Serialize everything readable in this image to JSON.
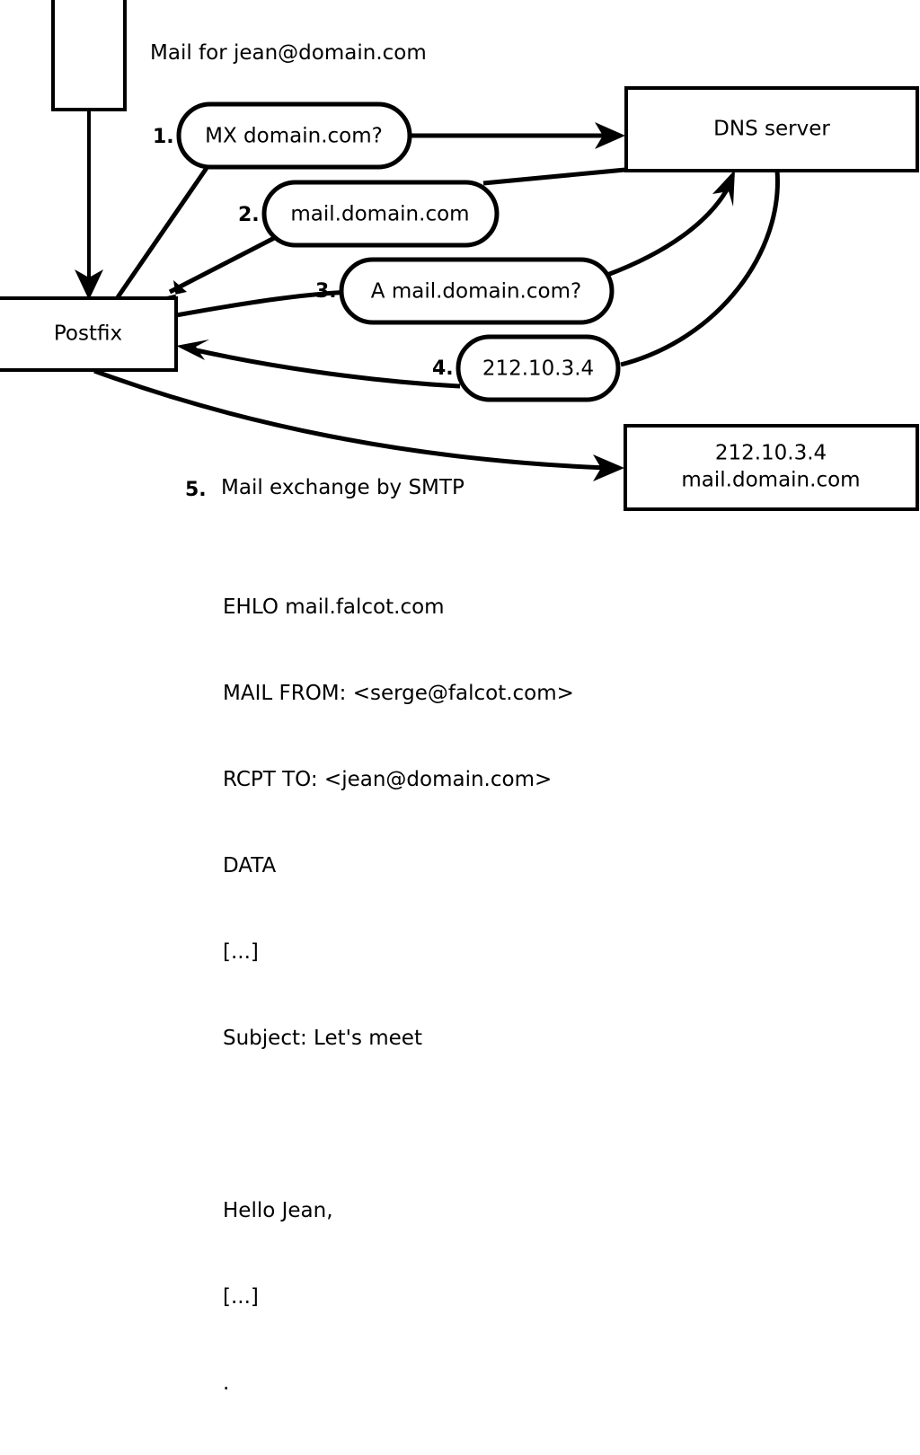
{
  "diagram": {
    "title_caption": "Mail for jean@domain.com",
    "nodes": {
      "source_box": {
        "label": ""
      },
      "postfix": {
        "label": "Postfix"
      },
      "dns_server": {
        "label": "DNS server"
      },
      "mail_server": {
        "line1": "212.10.3.4",
        "line2": "mail.domain.com"
      }
    },
    "steps": [
      {
        "num": "1.",
        "label": "MX domain.com?"
      },
      {
        "num": "2.",
        "label": "mail.domain.com"
      },
      {
        "num": "3.",
        "label": "A mail.domain.com?"
      },
      {
        "num": "4.",
        "label": "212.10.3.4"
      },
      {
        "num": "5.",
        "label": "Mail exchange by SMTP"
      }
    ],
    "transcript": [
      "EHLO mail.falcot.com",
      "MAIL FROM: <serge@falcot.com>",
      "RCPT TO: <jean@domain.com>",
      "DATA",
      "[...]",
      "Subject: Let's meet",
      "",
      "Hello Jean,",
      "[...]",
      "."
    ],
    "colors": {
      "stroke": "#000000",
      "fill": "#ffffff",
      "background": "#ffffff"
    }
  }
}
